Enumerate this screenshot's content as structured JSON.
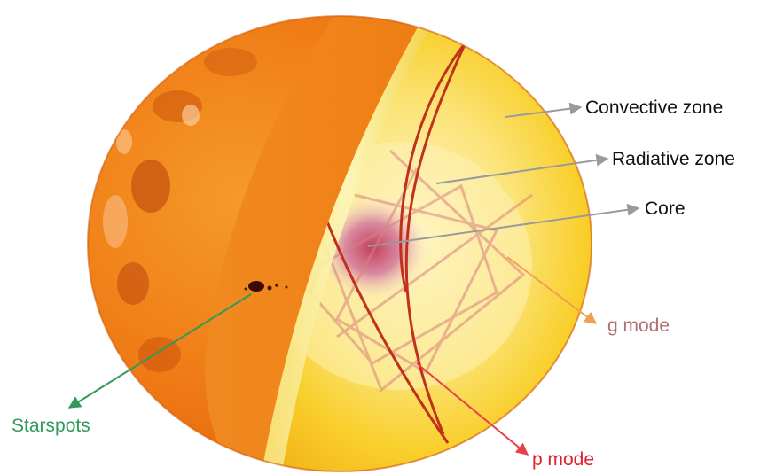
{
  "labels": {
    "convective_zone": "Convective zone",
    "radiative_zone": "Radiative zone",
    "core": "Core",
    "g_mode": "g mode",
    "p_mode": "p mode",
    "starspots": "Starspots"
  },
  "colors": {
    "surface": "#f07a12",
    "surface_dark": "#c94a06",
    "cut_face": "#f2821a",
    "convective": "#f7c21a",
    "radiative": "#fbe98a",
    "core": "#c8556e",
    "starspot": "#3a0a04",
    "starspots_text": "#2e9b58",
    "g_mode_text": "#b07070",
    "g_mode_arrow": "#f0a050",
    "p_mode_text": "#e0202a",
    "p_mode_ray": "#c0301a",
    "pointer_gray": "#9a9a9a"
  }
}
